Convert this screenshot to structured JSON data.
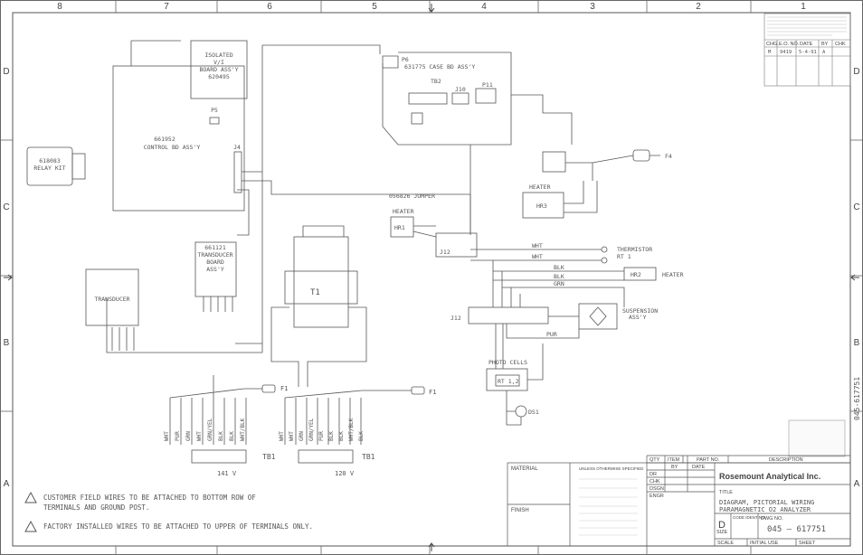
{
  "border": {
    "cols_top": [
      "8",
      "7",
      "6",
      "5",
      "4",
      "3",
      "2",
      "1"
    ],
    "rows_left": [
      "D",
      "C",
      "B",
      "A"
    ]
  },
  "components": {
    "isolated_board": [
      "ISOLATED",
      "V/I",
      "BOARD ASS'Y",
      "620495"
    ],
    "control_board": [
      "661952",
      "CONTROL BD ASS'Y"
    ],
    "relay_kit": [
      "618083",
      "RELAY KIT"
    ],
    "transducer_board": [
      "661121",
      "TRANSDUCER",
      "BOARD",
      "ASS'Y"
    ],
    "transducer": "TRANSDUCER",
    "case_bd": "631775 CASE BD ASS'Y",
    "jumper": "056826 JUMPER",
    "heater_left": "HEATER",
    "hr1": "HR1",
    "heater_right": "HEATER",
    "hr3": "HR3",
    "hr2": "HR2",
    "heater_hr2": "HEATER",
    "thermistor": [
      "THERMISTOR",
      "RT 1"
    ],
    "suspension": [
      "SUSPENSION",
      "ASS'Y"
    ],
    "photo_cells": "PHOTO CELLS",
    "rt12": "RT 1,2",
    "ds1": "DS1",
    "t1": "T1",
    "j12": "J12",
    "tb2": "TB2",
    "p6": "P6",
    "p5": "P5",
    "p11": "P11",
    "j10": "J10",
    "j4": "J4",
    "f1a": "F1",
    "f1b": "F1",
    "f4": "F4",
    "tb1a": "TB1",
    "tb1b": "TB1",
    "v141": "141 V",
    "v120": "120 V",
    "wires_a": [
      "WHT",
      "PUR",
      "GRN",
      "WHT",
      "GRN/YEL",
      "BLK",
      "BLK",
      "WHT/BLK"
    ],
    "wires_b": [
      "WHT",
      "WHT",
      "GRN",
      "GRN/YEL",
      "PUR",
      "BLK",
      "BLK",
      "WHT/BLK",
      "BLK"
    ],
    "wht1": "WHT",
    "wht2": "WHT",
    "blk1": "BLK",
    "blk2": "BLK",
    "grn": "GRN",
    "pur": "PUR"
  },
  "notes": {
    "n2": "CUSTOMER FIELD WIRES TO BE ATTACHED TO BOTTOM ROW OF",
    "n2b": "TERMINALS AND GROUND POST.",
    "n1": "FACTORY INSTALLED WIRES TO BE ATTACHED TO UPPER OF TERMINALS ONLY."
  },
  "revision": {
    "headers": [
      "CHG.",
      "E.O. NO.",
      "DATE",
      "BY",
      "CHK"
    ],
    "row": [
      "M",
      "9419",
      "5-4-91",
      "A",
      ""
    ]
  },
  "caution": "CAUTION",
  "title_block": {
    "qty": "QTY",
    "item": "ITEM",
    "part_no": "PART NO.",
    "description": "DESCRIPTION",
    "material": "MATERIAL",
    "finish": "FINISH",
    "tolerances": "UNLESS OTHERWISE SPECIFIED",
    "by": "BY",
    "date": "DATE",
    "dr": "DR",
    "chk": "CHK",
    "dsgn": "DSGN",
    "engr": "ENGR",
    "company": "Rosemount Analytical Inc.",
    "title_label": "TITLE",
    "title1": "DIAGRAM, PICTORIAL WIRING",
    "title2": "PARAMAGNETIC O2 ANALYZER",
    "size_label": "SIZE",
    "size": "D",
    "code_ident": "CODE IDENT NO.",
    "dwg_no_label": "DWG NO.",
    "dwg_no": "045 — 617751",
    "scale": "SCALE",
    "initial_use": "INITIAL USE",
    "sheet": "SHEET",
    "side_dwg": "045-617751"
  }
}
